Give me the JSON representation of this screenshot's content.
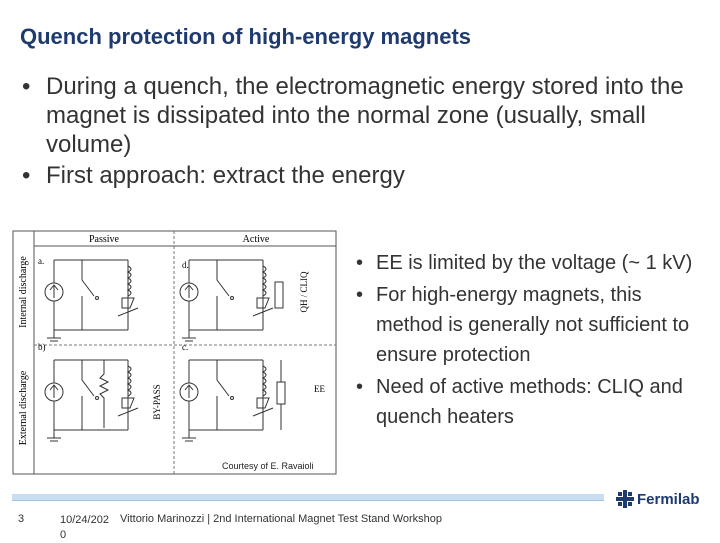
{
  "slide": {
    "title": "Quench protection of high-energy magnets",
    "bullets": [
      "During a quench, the electromagnetic energy stored into the magnet is dissipated into the normal zone (usually, small volume)",
      "First approach: extract the energy"
    ],
    "bullet_symbol": "•",
    "figure": {
      "col_labels": [
        "Passive",
        "Active"
      ],
      "row_labels": [
        "Internal discharge",
        "External discharge"
      ],
      "panel_labels": [
        "a.",
        "d.",
        "b)",
        "c."
      ],
      "component_labels": [
        "QH / CLIQ",
        "BY-PASS",
        "EE"
      ],
      "courtesy": "Courtesy of E. Ravaioli"
    },
    "side_bullets": [
      "EE is limited by the voltage (~ 1 kV)",
      "For high-energy magnets, this method is generally not sufficient to ensure protection",
      "Need of active methods: CLIQ and quench heaters"
    ]
  },
  "footer": {
    "page": "3",
    "date": "10/24/2020",
    "text": "Vittorio Marinozzi | 2nd International Magnet Test Stand Workshop",
    "logo_text": "Fermilab"
  },
  "colors": {
    "title": "#1e3a6e",
    "footer_bar": "#c9dff1",
    "logo": "#1e3a6e"
  }
}
